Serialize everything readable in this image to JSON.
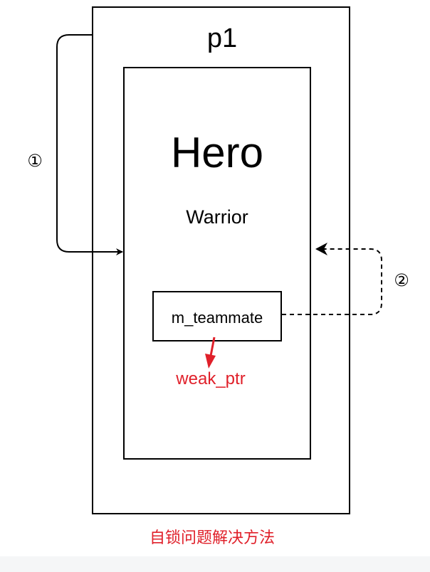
{
  "diagram": {
    "outer_label": "p1",
    "inner_title": "Hero",
    "inner_subtitle": "Warrior",
    "member_label": "m_teammate",
    "pointer_label": "weak_ptr",
    "step_one_marker": "①",
    "step_two_marker": "②",
    "caption": "自锁问题解决方法"
  },
  "colors": {
    "line": "#000000",
    "accent": "#e0202a",
    "background": "#ffffff",
    "bottom_strip": "#f5f6f7"
  }
}
